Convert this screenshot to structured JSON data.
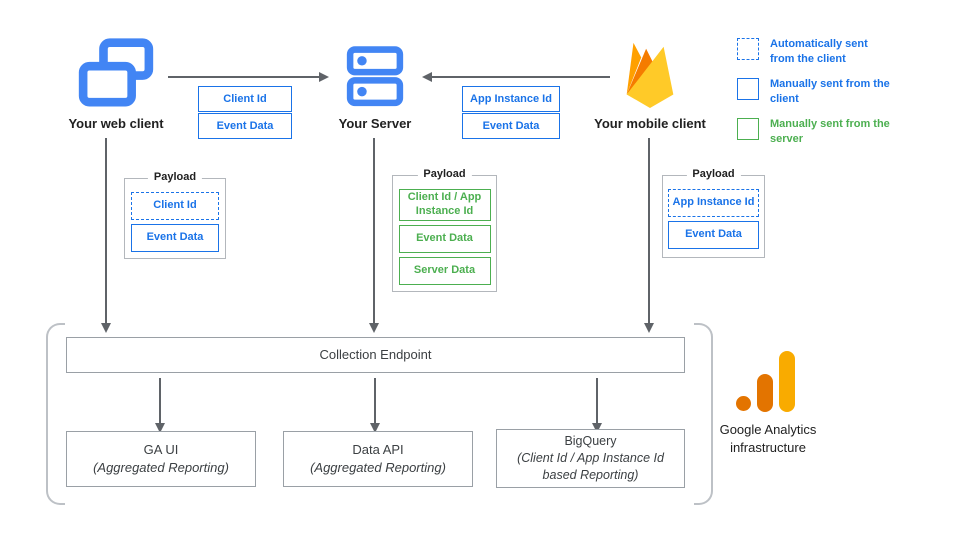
{
  "nodes": {
    "web_client": {
      "label": "Your web client"
    },
    "server": {
      "label": "Your Server"
    },
    "mobile_client": {
      "label": "Your mobile client"
    }
  },
  "edges": {
    "web_to_server": {
      "labels": [
        "Client Id",
        "Event Data"
      ]
    },
    "mobile_to_server": {
      "labels": [
        "App Instance Id",
        "Event Data"
      ]
    }
  },
  "legend": {
    "items": [
      {
        "style": "dashed-blue",
        "label": "Automatically sent from the client"
      },
      {
        "style": "solid-blue",
        "label": "Manually sent from the client"
      },
      {
        "style": "solid-green",
        "label": "Manually sent from the server"
      }
    ]
  },
  "payloads": {
    "web": {
      "title": "Payload",
      "items": [
        {
          "style": "dashed-blue",
          "label": "Client Id"
        },
        {
          "style": "solid-blue",
          "label": "Event Data"
        }
      ]
    },
    "server": {
      "title": "Payload",
      "items": [
        {
          "style": "solid-green",
          "label": "Client Id / App Instance Id"
        },
        {
          "style": "solid-green",
          "label": "Event Data"
        },
        {
          "style": "solid-green",
          "label": "Server Data"
        }
      ]
    },
    "mobile": {
      "title": "Payload",
      "items": [
        {
          "style": "dashed-blue",
          "label": "App Instance Id"
        },
        {
          "style": "solid-blue",
          "label": "Event Data"
        }
      ]
    }
  },
  "infrastructure": {
    "endpoint_label": "Collection Endpoint",
    "outputs": [
      {
        "title": "GA UI",
        "subtitle": "(Aggregated Reporting)"
      },
      {
        "title": "Data API",
        "subtitle": "(Aggregated Reporting)"
      },
      {
        "title": "BigQuery",
        "subtitle": "(Client Id / App Instance Id based Reporting)"
      }
    ],
    "brand_label": "Google Analytics infrastructure"
  },
  "colors": {
    "blue": "#1A73E8",
    "icon_blue": "#4285F4",
    "green": "#4CAF50",
    "arrow_gray": "#5F6368",
    "box_border_gray": "#9AA0A6",
    "bracket_gray": "#BDC1C6",
    "ga_orange": "#E37400",
    "ga_amber": "#F9AB00"
  }
}
